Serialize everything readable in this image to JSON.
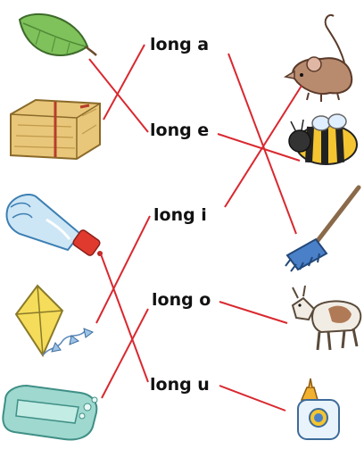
{
  "worksheet": {
    "labels": [
      {
        "text": "long a"
      },
      {
        "text": "long e"
      },
      {
        "text": "long i"
      },
      {
        "text": "long o"
      },
      {
        "text": "long u"
      }
    ],
    "left_pictures": [
      "leaf",
      "hay-bale",
      "toothpaste-tube",
      "kite",
      "soap-bar"
    ],
    "right_pictures": [
      "mouse",
      "bee",
      "rake",
      "goat",
      "glue-bottle"
    ],
    "line_color": "#d9282f"
  }
}
